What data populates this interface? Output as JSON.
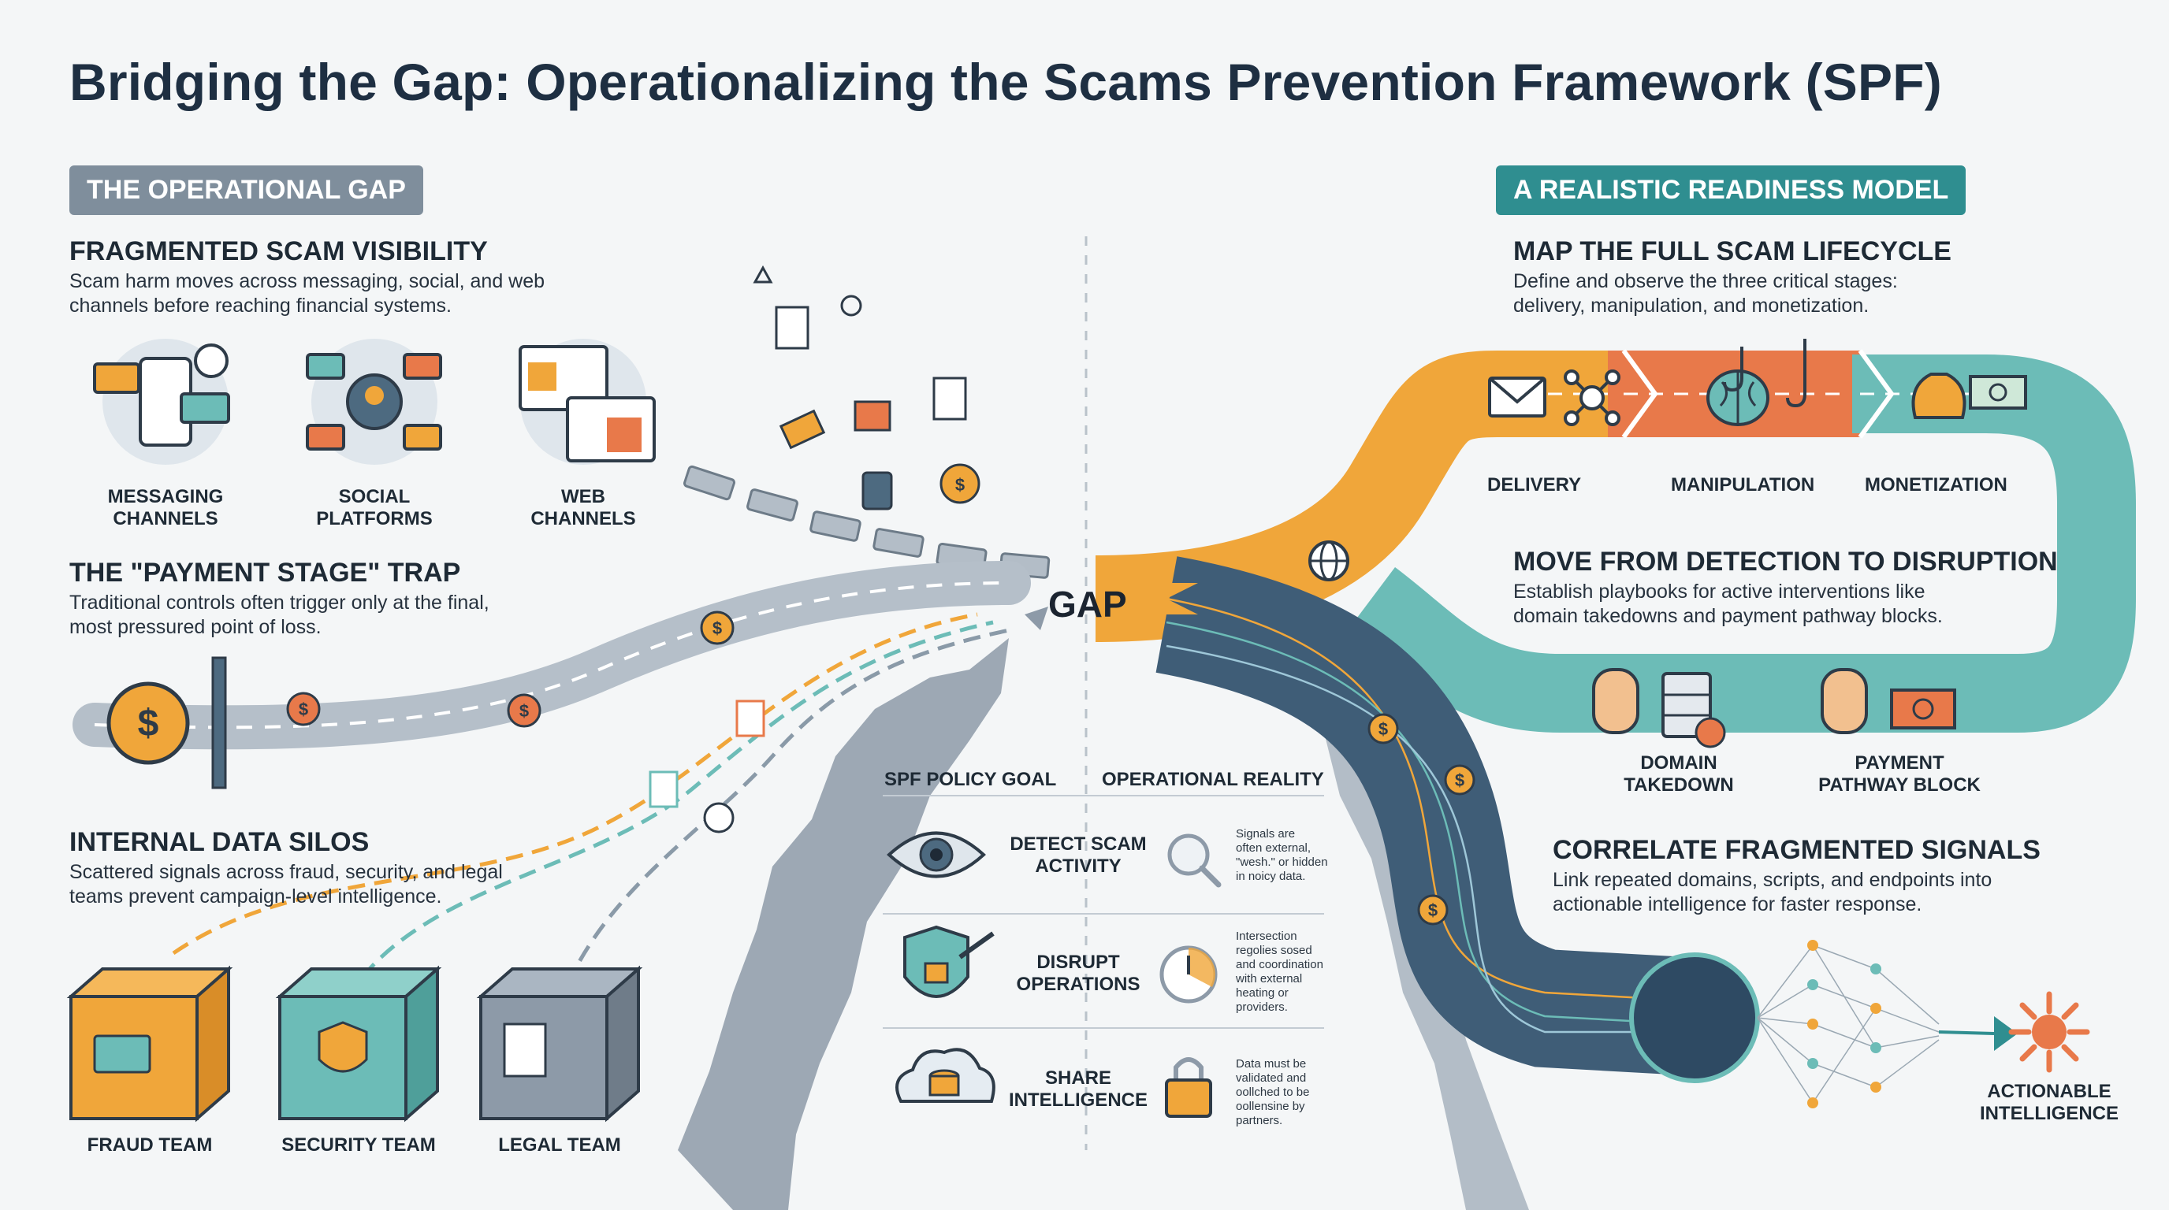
{
  "title": "Bridging the Gap: Operationalizing the Scams Prevention Framework (SPF)",
  "left_panel": {
    "pill": "THE OPERATIONAL GAP",
    "visibility": {
      "heading": "FRAGMENTED SCAM VISIBILITY",
      "description": "Scam harm moves across messaging, social, and web channels before reaching financial systems.",
      "channels": [
        "MESSAGING\nCHANNELS",
        "SOCIAL\nPLATFORMS",
        "WEB\nCHANNELS"
      ]
    },
    "payment_trap": {
      "heading": "THE \"PAYMENT STAGE\" TRAP",
      "description": "Traditional controls often trigger only at the final, most pressured point of loss."
    },
    "silos": {
      "heading": "INTERNAL DATA SILOS",
      "description": "Scattered signals across fraud, security, and legal teams prevent campaign-level intelligence.",
      "teams": [
        "FRAUD TEAM",
        "SECURITY TEAM",
        "LEGAL TEAM"
      ]
    }
  },
  "center": {
    "gap_label": "GAP",
    "columns": [
      "SPF POLICY GOAL",
      "OPERATIONAL REALITY"
    ],
    "rows": [
      {
        "goal": "DETECT SCAM\nACTIVITY",
        "reality": "Signals are\noften external,\n\"wesh.\" or hidden\nin noicy data."
      },
      {
        "goal": "DISRUPT\nOPERATIONS",
        "reality": "Intersection\nregolies sosed\nand coordination\nwith external\nheating or\nproviders."
      },
      {
        "goal": "SHARE\nINTELLIGENCE",
        "reality": "Data must be\nvalidated and\noollched to be\noollensine by\npartners."
      }
    ]
  },
  "right_panel": {
    "pill": "A REALISTIC READINESS MODEL",
    "lifecycle": {
      "heading": "MAP THE FULL SCAM LIFECYCLE",
      "description": "Define and observe the three critical stages: delivery, manipulation, and monetization.",
      "stages": [
        "DELIVERY",
        "MANIPULATION",
        "MONETIZATION"
      ]
    },
    "disruption": {
      "heading": "MOVE FROM DETECTION TO DISRUPTION",
      "description": "Establish playbooks for active interventions like domain takedowns and payment pathway blocks.",
      "actions": [
        "DOMAIN\nTAKEDOWN",
        "PAYMENT\nPATHWAY BLOCK"
      ]
    },
    "correlate": {
      "heading": "CORRELATE FRAGMENTED SIGNALS",
      "description": "Link repeated domains, scripts, and endpoints into actionable intelligence for faster response.",
      "output": "ACTIONABLE\nINTELLIGENCE"
    }
  },
  "colors": {
    "orange": "#f0a63a",
    "coral": "#e8794a",
    "teal": "#6cbcb7",
    "slate": "#4d6a80",
    "navy": "#2e4a63",
    "gray_pill": "#7f8e9c",
    "teal_pill": "#2f8e90"
  },
  "icons": [
    "phone-chat-icon",
    "social-profile-icon",
    "browser-window-icon",
    "dollar-coin-icon",
    "envelope-icon",
    "network-icon",
    "brain-icon",
    "money-bag-icon",
    "stop-hand-icon",
    "server-icon",
    "eye-icon",
    "magnifier-icon",
    "shield-lock-icon",
    "stopwatch-icon",
    "cloud-database-icon",
    "padlock-icon",
    "burst-icon",
    "fish-hook-icon",
    "globe-icon"
  ]
}
